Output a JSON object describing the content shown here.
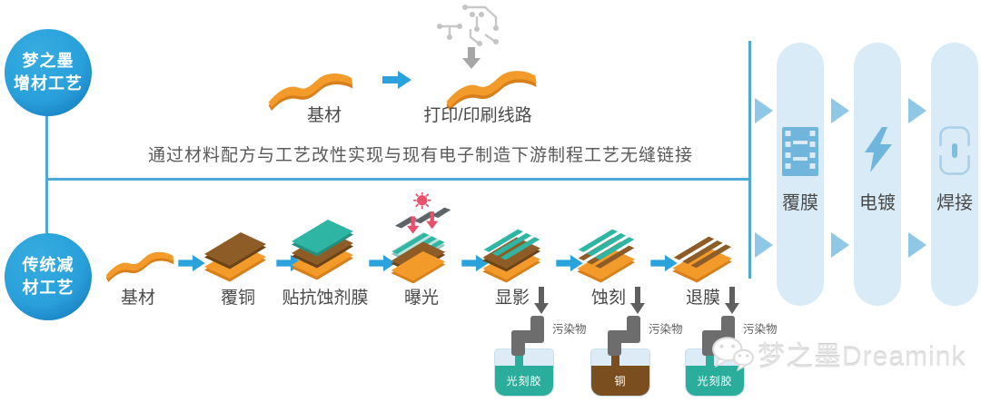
{
  "colors": {
    "accent_blue": "#2aa2db",
    "line_blue": "#4fa9d6",
    "column_bg": "#d8ebf6",
    "column_arrow": "#8fc8e7",
    "orange": "#f29b2b",
    "brown": "#8e5c26",
    "teal": "#2fb5a3",
    "beaker_teal": "#2bad9b",
    "beaker_brown": "#7a4e1e",
    "sun_red": "#e8506b",
    "pipe_gray": "#6d6d6d"
  },
  "processes": {
    "additive": {
      "badge_line1": "梦之墨",
      "badge_line2": "增材工艺",
      "steps": [
        {
          "label": "基材",
          "icon": "substrate-icon"
        },
        {
          "label": "打印/印刷线路",
          "icon": "printed-circuit-icon"
        }
      ]
    },
    "subtractive": {
      "badge_line1": "传统减",
      "badge_line2": "材工艺",
      "steps": [
        {
          "label": "基材",
          "icon": "substrate-icon"
        },
        {
          "label": "覆铜",
          "icon": "copper-clad-icon"
        },
        {
          "label": "贴抗蚀剂膜",
          "icon": "resist-film-icon"
        },
        {
          "label": "曝光",
          "icon": "exposure-icon"
        },
        {
          "label": "显影",
          "icon": "develop-icon"
        },
        {
          "label": "蚀刻",
          "icon": "etch-icon"
        },
        {
          "label": "退膜",
          "icon": "strip-film-icon"
        }
      ]
    }
  },
  "note": "通过材料配方与工艺改性实现与现有电子制造下游制程工艺无缝链接",
  "pollution": {
    "units": [
      {
        "label": "污染物",
        "beaker": "光刻胶"
      },
      {
        "label": "污染物",
        "beaker": "铜"
      },
      {
        "label": "污染物",
        "beaker": "光刻胶"
      }
    ]
  },
  "downstream": {
    "stages": [
      {
        "label": "覆膜",
        "icon": "film-icon"
      },
      {
        "label": "电镀",
        "icon": "lightning-icon"
      },
      {
        "label": "焊接",
        "icon": "solder-icon"
      }
    ]
  },
  "watermark": {
    "text": "梦之墨Dreamink",
    "icon": "wechat-icon"
  }
}
